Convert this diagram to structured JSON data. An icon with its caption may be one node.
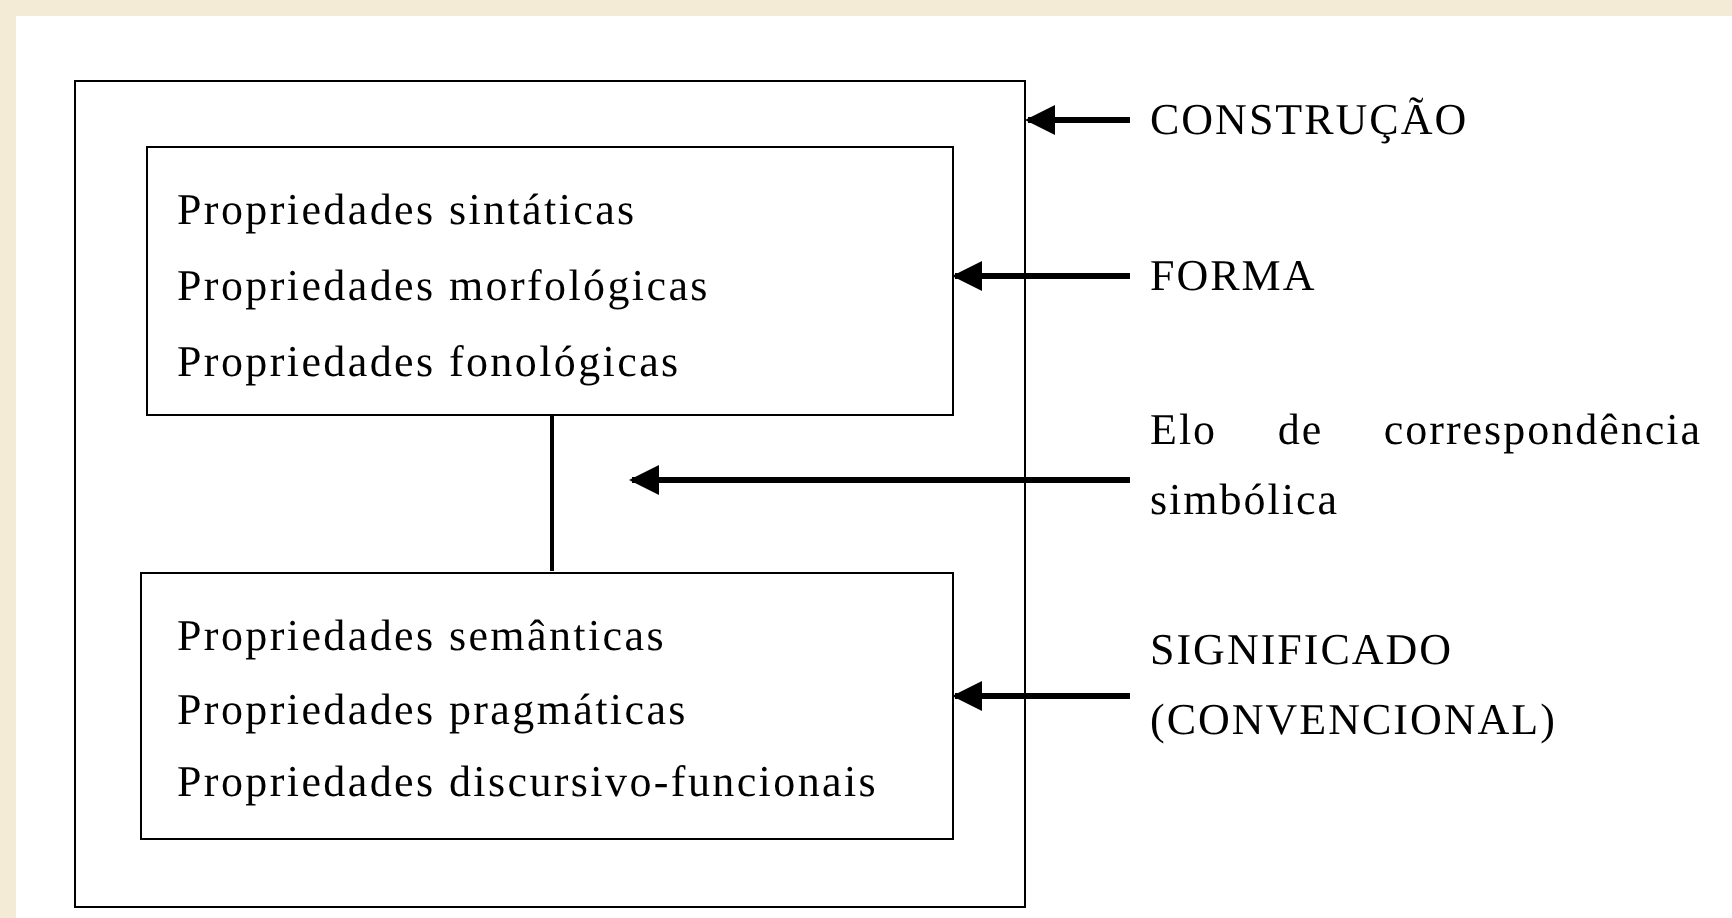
{
  "diagram": {
    "nodes": [
      {
        "text": [],
        "shape": "box"
      },
      {
        "text": [
          "Propriedades sintáticas",
          "Propriedades morfológicas",
          "Propriedades fonológicas"
        ],
        "in": 0
      },
      {
        "text": [
          "Propriedades semânticas",
          "Propriedades pragmáticas",
          "Propriedades discursivo-funcionais"
        ],
        "in": 0
      },
      {
        "text": [
          "CONSTRUÇÃO"
        ]
      },
      {
        "text": [
          "FORMA"
        ]
      },
      {
        "text": [
          "Elo de correspondência simbólica"
        ]
      },
      {
        "text": [
          "SIGNIFICADO (CONVENCIONAL)"
        ]
      }
    ],
    "edges": [
      {
        "from": 1,
        "to": 2,
        "arrow": "none"
      },
      {
        "from": 3,
        "to": 0,
        "arrow": "to"
      },
      {
        "from": 4,
        "to": 1,
        "arrow": "to"
      },
      {
        "from": 5,
        "to": null,
        "arrow": "to"
      },
      {
        "from": 6,
        "to": 2,
        "arrow": "to"
      }
    ]
  }
}
